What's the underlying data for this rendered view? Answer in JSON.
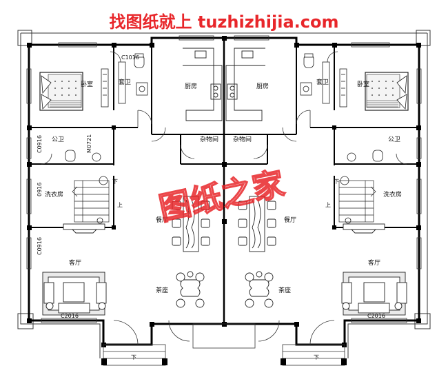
{
  "watermark": {
    "top_text": "找图纸就上 tuzhizhijia.com",
    "center_text": "图纸之家",
    "color": "#e8262a"
  },
  "rooms": {
    "bedroom": "卧室",
    "ensuite_bath": "套卫",
    "kitchen": "厨房",
    "storage": "杂物间",
    "public_bath": "公卫",
    "laundry": "洗衣房",
    "dining": "餐厅",
    "living": "客厅",
    "tea_area": "茶座"
  },
  "window_codes": {
    "c1016": "C1016",
    "c0916": "C0916",
    "m0721": "M0721",
    "c2016": "C2016",
    "d1016": "0916"
  },
  "stair": {
    "down": "下",
    "up": "上"
  },
  "colors": {
    "wall": "#000000",
    "line": "#222222",
    "watermark": "#e8262a"
  }
}
